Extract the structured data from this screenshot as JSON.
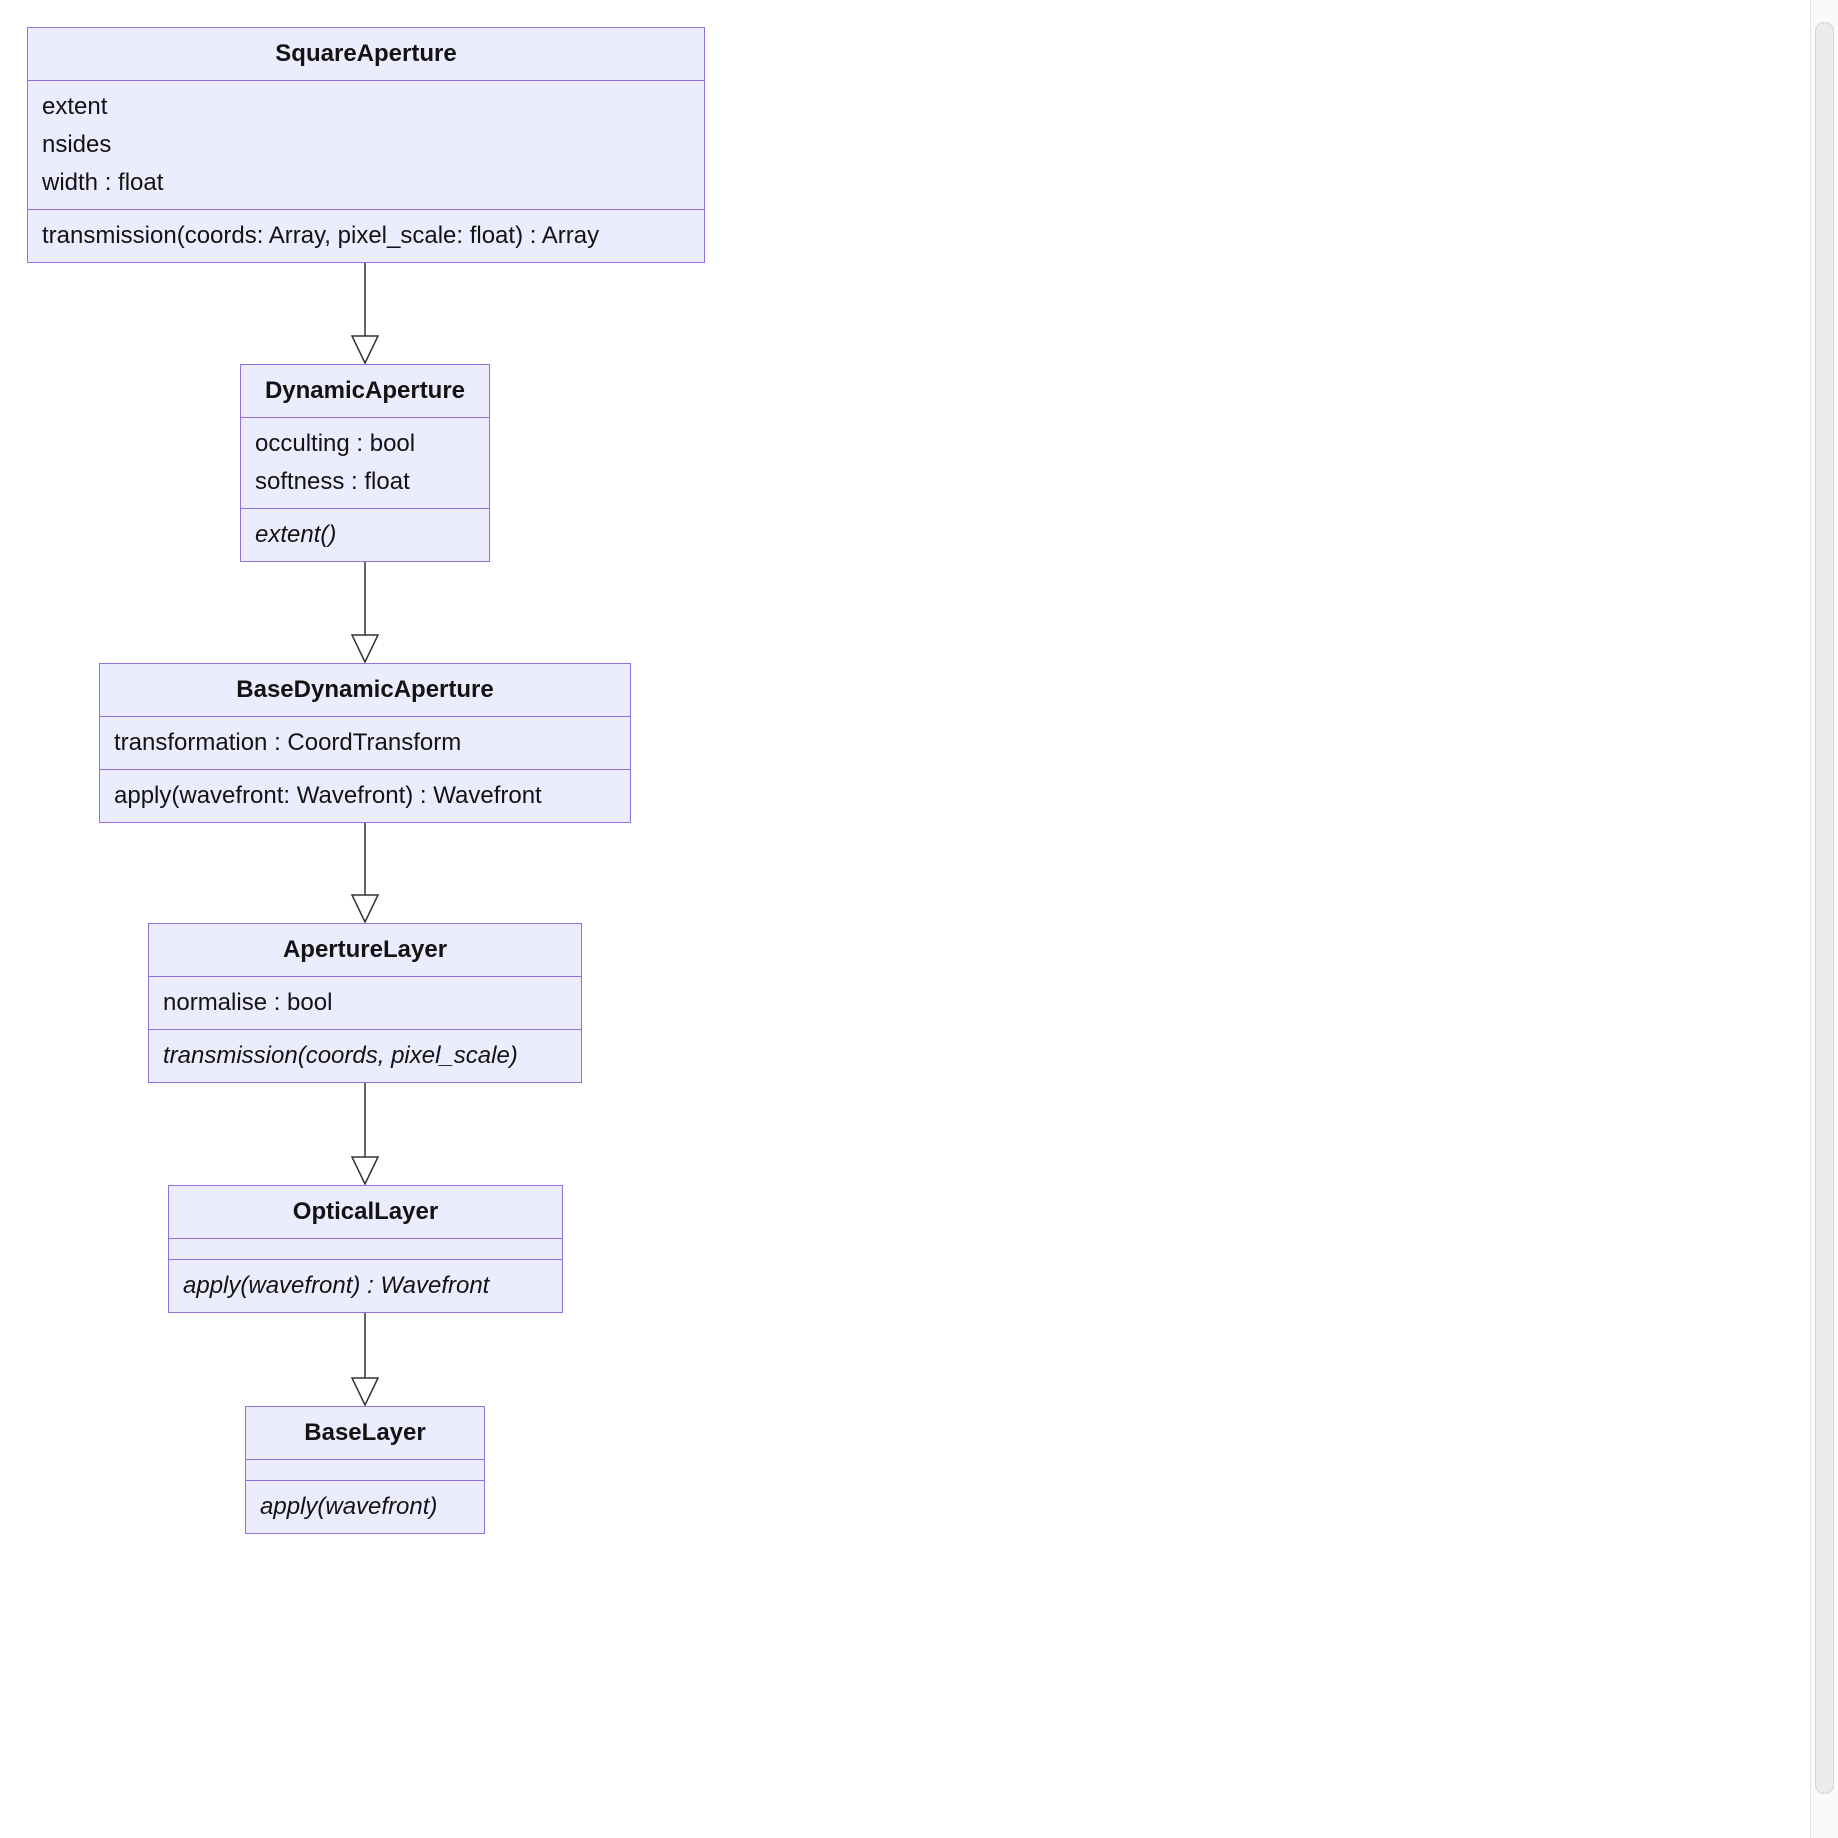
{
  "diagram": {
    "type": "uml-class-inheritance",
    "classes": [
      {
        "name": "SquareAperture",
        "attributes": [
          "extent",
          "nsides",
          "width : float"
        ],
        "methods": [
          {
            "text": "transmission(coords: Array, pixel_scale: float) : Array",
            "abstract": false
          }
        ]
      },
      {
        "name": "DynamicAperture",
        "attributes": [
          "occulting : bool",
          "softness : float"
        ],
        "methods": [
          {
            "text": "extent()",
            "abstract": true
          }
        ]
      },
      {
        "name": "BaseDynamicAperture",
        "attributes": [
          "transformation : CoordTransform"
        ],
        "methods": [
          {
            "text": "apply(wavefront: Wavefront) : Wavefront",
            "abstract": false
          }
        ]
      },
      {
        "name": "ApertureLayer",
        "attributes": [
          "normalise : bool"
        ],
        "methods": [
          {
            "text": "transmission(coords, pixel_scale)",
            "abstract": true
          }
        ]
      },
      {
        "name": "OpticalLayer",
        "attributes": [],
        "methods": [
          {
            "text": "apply(wavefront) : Wavefront",
            "abstract": true
          }
        ]
      },
      {
        "name": "BaseLayer",
        "attributes": [],
        "methods": [
          {
            "text": "apply(wavefront)",
            "abstract": true
          }
        ]
      }
    ],
    "relations": [
      {
        "from": "SquareAperture",
        "to": "DynamicAperture",
        "type": "inheritance"
      },
      {
        "from": "DynamicAperture",
        "to": "BaseDynamicAperture",
        "type": "inheritance"
      },
      {
        "from": "BaseDynamicAperture",
        "to": "ApertureLayer",
        "type": "inheritance"
      },
      {
        "from": "ApertureLayer",
        "to": "OpticalLayer",
        "type": "inheritance"
      },
      {
        "from": "OpticalLayer",
        "to": "BaseLayer",
        "type": "inheritance"
      }
    ]
  },
  "colors": {
    "class_fill": "#ECECFF",
    "class_border": "#9370DB",
    "arrow_line": "#333333",
    "background": "#ffffff"
  }
}
